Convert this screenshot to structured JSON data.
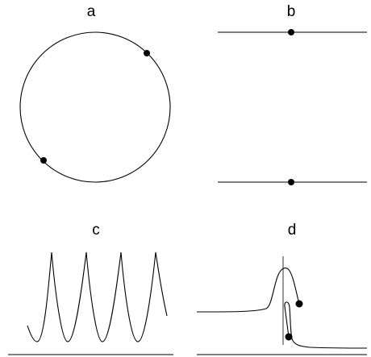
{
  "panels": [
    {
      "label": "a"
    },
    {
      "label": "b"
    },
    {
      "label": "c"
    },
    {
      "label": "d"
    }
  ],
  "colors": {
    "ink": "#000000",
    "background": "#ffffff"
  }
}
